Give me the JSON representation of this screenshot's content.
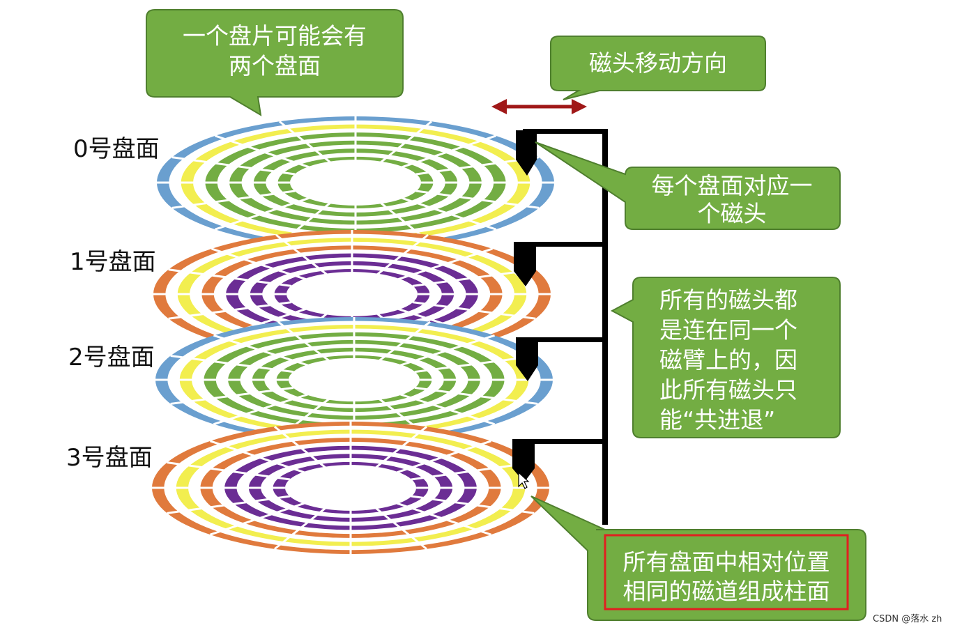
{
  "platters": [
    {
      "label": "0号盘面",
      "outer_color": "#6a9fcf",
      "track_colors": [
        "#6a9fcf",
        "#f2ee4f",
        "#73ad43",
        "#73ad43",
        "#73ad43"
      ]
    },
    {
      "label": "1号盘面",
      "outer_color": "#e07a3d",
      "track_colors": [
        "#e07a3d",
        "#f2ee4f",
        "#e07a3d",
        "#6b2d94",
        "#6b2d94"
      ]
    },
    {
      "label": "2号盘面",
      "outer_color": "#6a9fcf",
      "track_colors": [
        "#6a9fcf",
        "#f2ee4f",
        "#73ad43",
        "#73ad43",
        "#73ad43"
      ]
    },
    {
      "label": "3号盘面",
      "outer_color": "#e07a3d",
      "track_colors": [
        "#e07a3d",
        "#f2ee4f",
        "#e07a3d",
        "#6b2d94",
        "#6b2d94"
      ]
    }
  ],
  "callouts": {
    "two_surfaces": [
      "一个盘片可能会有",
      "两个盘面"
    ],
    "head_direction": [
      "磁头移动方向"
    ],
    "one_head_per_surface": [
      "每个盘面对应一",
      "个磁头"
    ],
    "shared_arm": [
      "所有的磁头都",
      "是连在同一个",
      "磁臂上的，因",
      "此所有磁头只",
      "能“共进退”"
    ],
    "cylinder": [
      "所有盘面中相对位置",
      "相同的磁道组成柱面"
    ]
  },
  "colors": {
    "callout_fill": "#73ad43",
    "callout_border": "#4f7f2e",
    "arrow": "#a01818",
    "highlight_box": "#e02020",
    "arm": "#000000"
  },
  "watermark": "CSDN @落水 zh"
}
